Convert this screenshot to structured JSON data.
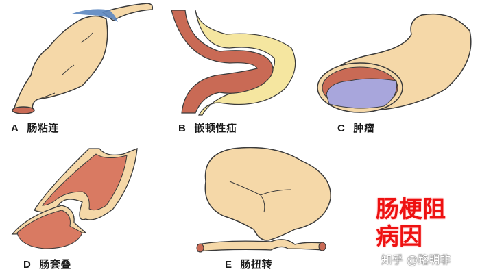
{
  "figure": {
    "title_lines": [
      "肠梗阻",
      "病因"
    ],
    "title_color": "#ee1111",
    "watermark": "知乎 @路明非"
  },
  "panels": [
    {
      "letter": "A",
      "label": "肠粘连",
      "illustration": "adhesion-intestine"
    },
    {
      "letter": "B",
      "label": "嵌顿性疝",
      "illustration": "incarcerated-hernia"
    },
    {
      "letter": "C",
      "label": "肿瘤",
      "illustration": "tumor-in-lumen"
    },
    {
      "letter": "D",
      "label": "肠套叠",
      "illustration": "intussusception"
    },
    {
      "letter": "E",
      "label": "肠扭转",
      "illustration": "volvulus"
    }
  ],
  "colors": {
    "bowel_outer": "#f5d8a8",
    "bowel_inner": "#c96a55",
    "mucosa": "#d97a62",
    "fat": "#f5e6a0",
    "tumor": "#a8a6dc",
    "adhesion_band": "#5b86c0",
    "outline": "#3a3a3a"
  }
}
